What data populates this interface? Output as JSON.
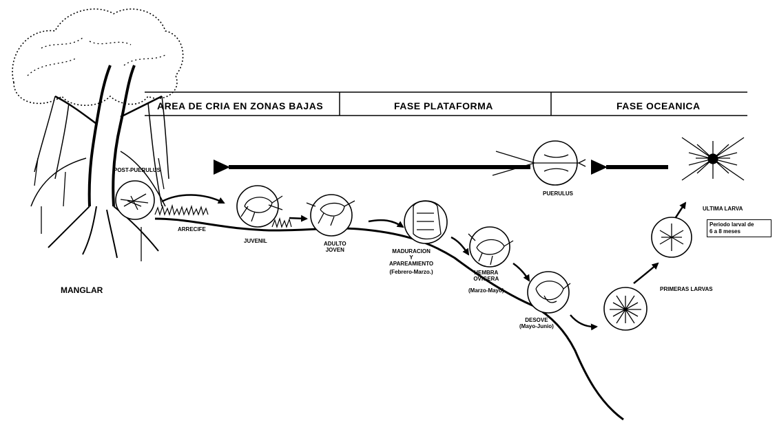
{
  "phases": {
    "nursery": "AREA DE CRIA EN ZONAS BAJAS",
    "shelf": "FASE PLATAFORMA",
    "oceanic": "FASE OCEANICA"
  },
  "habitat": {
    "mangrove": "MANGLAR",
    "reef": "ARRECIFE"
  },
  "stages": {
    "post_puerulus": "POST-PUERULUS",
    "juvenile": "JUVENIL",
    "young_adult_1": "ADULTO",
    "young_adult_2": "JOVEN",
    "maturation_1": "MADURACION",
    "maturation_2": "Y",
    "maturation_3": "APAREAMIENTO",
    "maturation_date": "(Febrero-Marzo.)",
    "berried_1": "HEMBRA",
    "berried_2": "OVIGERA",
    "berried_date": "(Marzo-Mayo)",
    "spawning": "DESOVE",
    "spawning_date": "(Mayo-Junio)",
    "first_larvae": "PRIMERAS LARVAS",
    "last_larva": "ULTIMA LARVA",
    "puerulus": "PUERULUS"
  },
  "larval_note": {
    "line1": "Periodo larval de",
    "line2": "6 a 8 meses"
  }
}
